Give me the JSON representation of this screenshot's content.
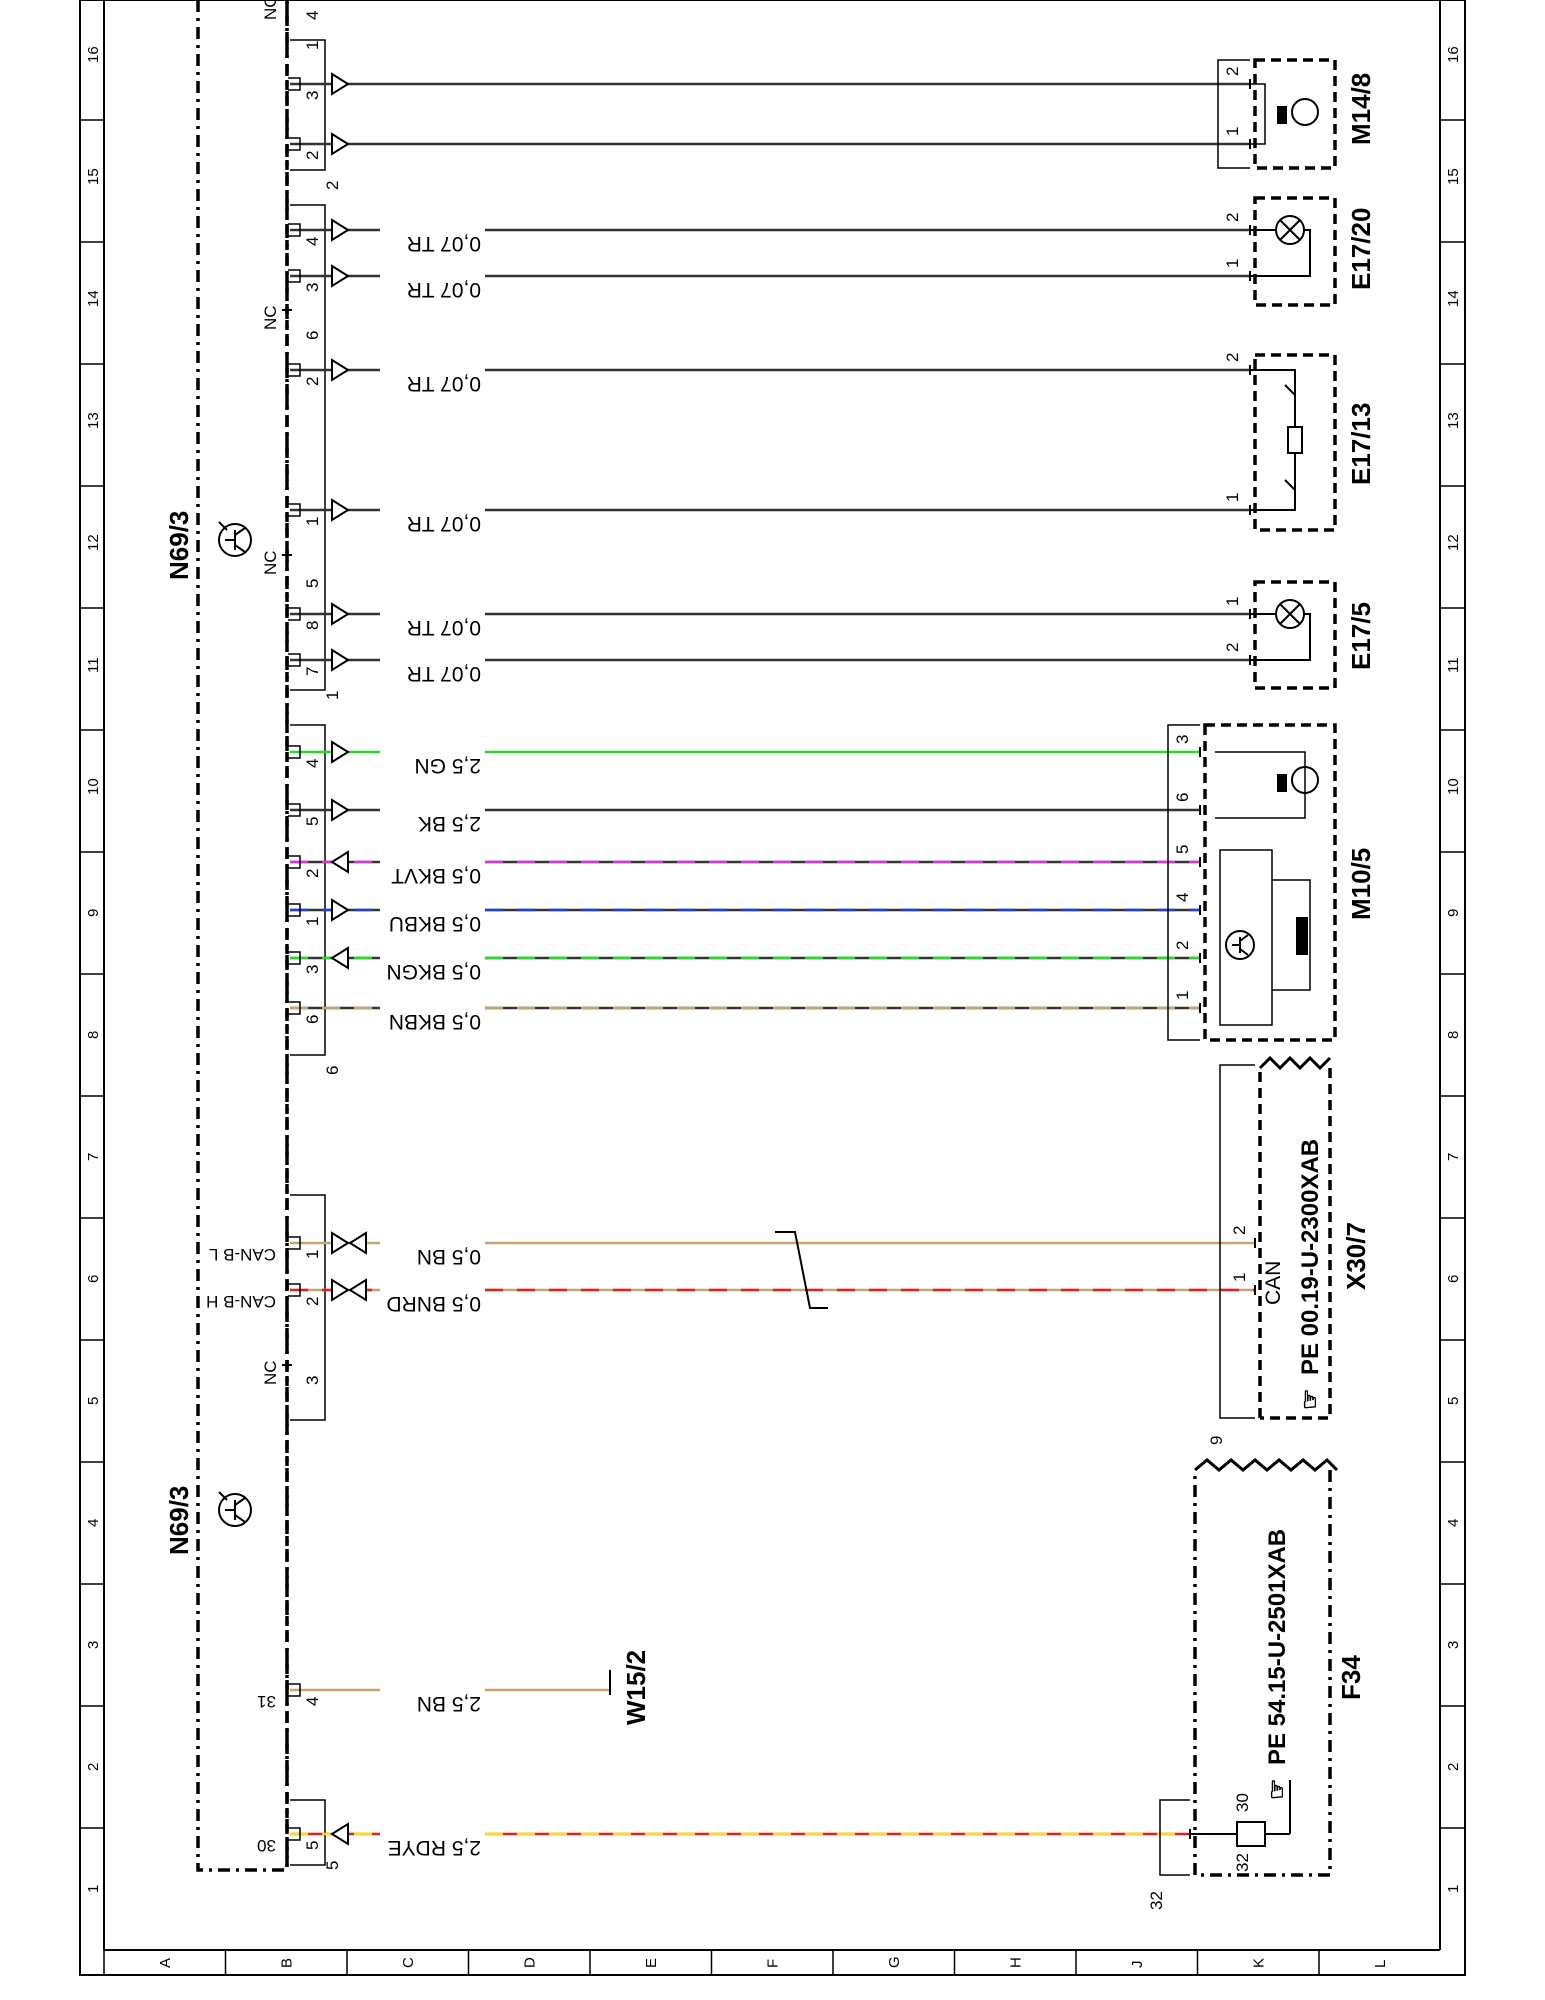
{
  "frame": {
    "col_numbers": [
      "1",
      "2",
      "3",
      "4",
      "5",
      "6",
      "7",
      "8",
      "9",
      "10",
      "11",
      "12",
      "13",
      "14",
      "15",
      "16"
    ],
    "row_letters": [
      "A",
      "B",
      "C",
      "D",
      "E",
      "F",
      "G",
      "H",
      "J",
      "K",
      "L"
    ]
  },
  "module": {
    "label": "N69/3",
    "label_lower": "N69/3",
    "nc": "NC",
    "nc_top": "NC"
  },
  "connectors": {
    "c5": "5",
    "c6": "6",
    "c1": "1",
    "c2": "2",
    "c9": "9",
    "c32": "32"
  },
  "components": {
    "m14_8": "M14/8",
    "e17_20": "E17/20",
    "e17_13": "E17/13",
    "e17_5": "E17/5",
    "m10_5": "M10/5",
    "x30_7": "X30/7",
    "x30_7_pe": "PE  00.19-U-2300XAB",
    "x30_7_can": "CAN",
    "f34": "F34",
    "f34_pe": "PE  54.15-U-2501XAB",
    "f34_30": "30",
    "f34_32": "32",
    "w15_2": "W15/2"
  },
  "colors": {
    "GN": "#22dd22",
    "BK": "#333333",
    "VT": "#dd33dd",
    "BU": "#2244cc",
    "BN": "#c8a272",
    "RD": "#e02020",
    "YE": "#f0e020"
  },
  "wires": [
    {
      "id": "rdye",
      "label": "2,5 RDYE",
      "pin": "5",
      "term": "30",
      "color1": "RD",
      "color2": "YE"
    },
    {
      "id": "bn31",
      "label": "2,5 BN",
      "pin": "4",
      "term": "31",
      "color1": "BN",
      "color2": ""
    },
    {
      "id": "canh",
      "label": "0,5 BNRD",
      "pin": "2",
      "term": "CAN-B H",
      "color1": "BN",
      "color2": "RD"
    },
    {
      "id": "canl",
      "label": "0,5 BN",
      "pin": "1",
      "term": "CAN-B L",
      "color1": "BN",
      "color2": ""
    },
    {
      "id": "bkbn",
      "label": "0,5 BKBN",
      "pin": "6",
      "term": "",
      "color1": "BK",
      "color2": "BN"
    },
    {
      "id": "bkgn",
      "label": "0,5 BKGN",
      "pin": "3",
      "term": "",
      "color1": "BK",
      "color2": "GN"
    },
    {
      "id": "bkbu",
      "label": "0,5 BKBU",
      "pin": "1",
      "term": "",
      "color1": "BK",
      "color2": "BU"
    },
    {
      "id": "bkvt",
      "label": "0,5 BKVT",
      "pin": "2",
      "term": "",
      "color1": "BK",
      "color2": "VT"
    },
    {
      "id": "bk25",
      "label": "2,5 BK",
      "pin": "5",
      "term": "",
      "color1": "BK",
      "color2": ""
    },
    {
      "id": "gn25",
      "label": "2,5 GN",
      "pin": "4",
      "term": "",
      "color1": "GN",
      "color2": ""
    },
    {
      "id": "tr1",
      "label": "0,07 TR",
      "pin": "7",
      "term": "",
      "color1": "BK",
      "color2": ""
    },
    {
      "id": "tr2",
      "label": "0,07 TR",
      "pin": "8",
      "term": "",
      "color1": "BK",
      "color2": ""
    },
    {
      "id": "tr3",
      "label": "0,07 TR",
      "pin": "1",
      "term": "",
      "color1": "BK",
      "color2": ""
    },
    {
      "id": "tr4",
      "label": "0,07 TR",
      "pin": "2",
      "term": "",
      "color1": "BK",
      "color2": ""
    },
    {
      "id": "tr5",
      "label": "0,07 TR",
      "pin": "3",
      "term": "",
      "color1": "BK",
      "color2": ""
    },
    {
      "id": "tr6",
      "label": "0,07 TR",
      "pin": "4",
      "term": "",
      "color1": "BK",
      "color2": ""
    },
    {
      "id": "m14a",
      "label": "",
      "pin": "2",
      "term": "",
      "color1": "BK",
      "color2": ""
    },
    {
      "id": "m14b",
      "label": "",
      "pin": "3",
      "term": "",
      "color1": "BK",
      "color2": ""
    }
  ],
  "nc_pins": {
    "p3": "3",
    "p5": "5",
    "p6": "6"
  },
  "component_pins": {
    "m10_5": [
      "1",
      "2",
      "4",
      "5",
      "6",
      "3"
    ],
    "x30_7": [
      "1",
      "2"
    ],
    "e17_5": [
      "2",
      "1"
    ],
    "e17_13": [
      "1",
      "2"
    ],
    "e17_20": [
      "1",
      "2"
    ],
    "m14_8": [
      "1",
      "2"
    ]
  },
  "top_pins": [
    "1",
    "4"
  ]
}
